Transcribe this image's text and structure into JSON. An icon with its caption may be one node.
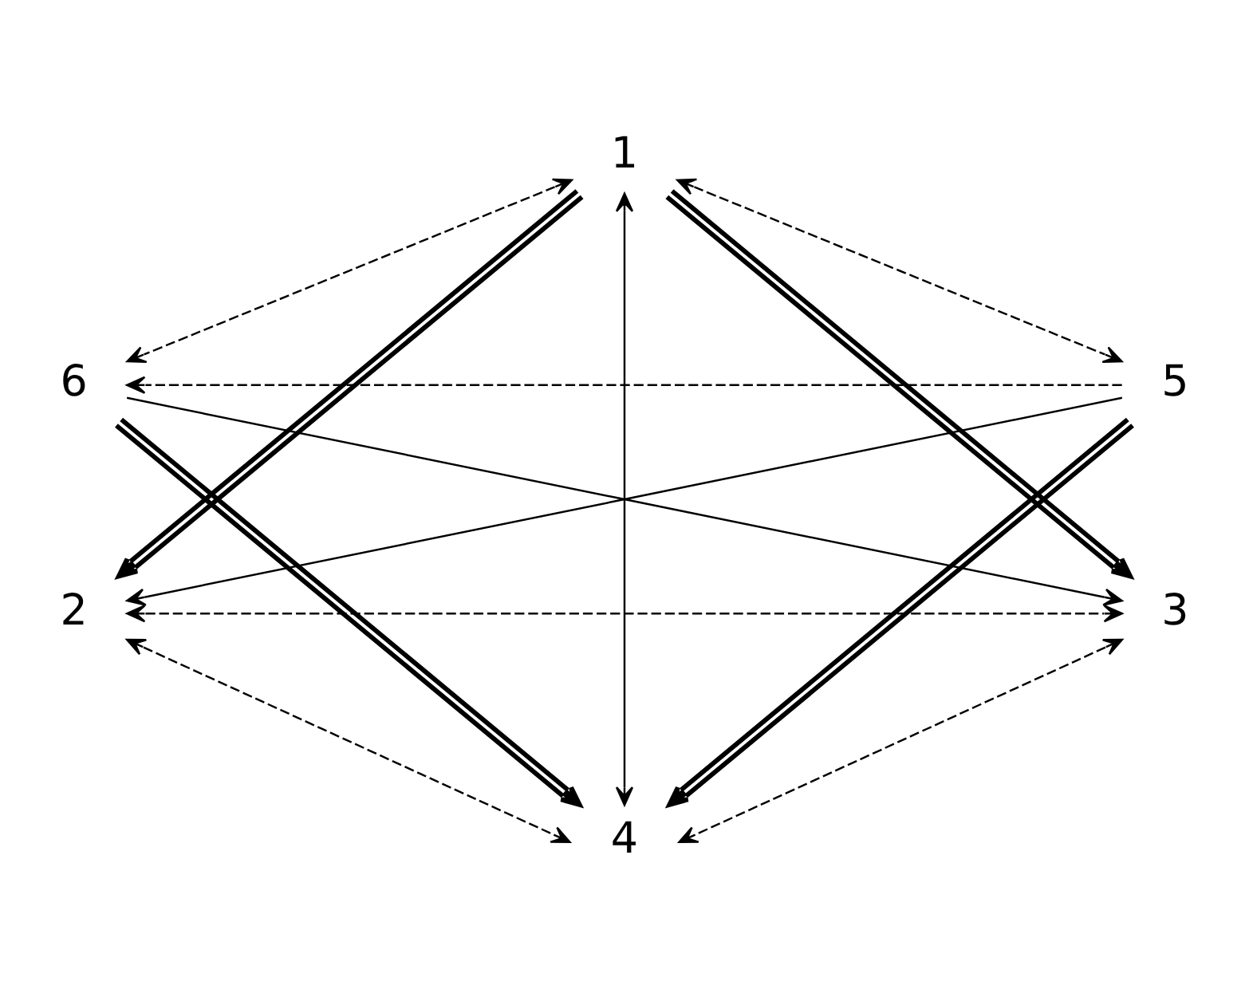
{
  "diagram": {
    "nodes": [
      {
        "text": [
          "1"
        ]
      },
      {
        "text": [
          "6"
        ]
      },
      {
        "text": [
          "5"
        ]
      },
      {
        "text": [
          "2"
        ]
      },
      {
        "text": [
          "3"
        ]
      },
      {
        "text": [
          "4"
        ]
      }
    ],
    "edges": [
      {
        "from": 0,
        "to": 1,
        "arrow": "both",
        "style": "dashed"
      },
      {
        "from": 0,
        "to": 3,
        "arrow": "to",
        "style": "thick"
      },
      {
        "from": 3,
        "to": 5,
        "arrow": "both",
        "style": "dashed"
      },
      {
        "from": 1,
        "to": 5,
        "arrow": "to",
        "style": "thick"
      },
      {
        "from": 0,
        "to": 5,
        "arrow": "both"
      },
      {
        "from": 0,
        "to": 4,
        "arrow": "to",
        "style": "thick"
      },
      {
        "from": 0,
        "to": 2,
        "arrow": "both",
        "style": "dashed"
      },
      {
        "from": 2,
        "to": 5,
        "arrow": "to",
        "style": "thick"
      },
      {
        "from": 4,
        "to": 5,
        "arrow": "both",
        "style": "dashed"
      },
      {
        "from": 2,
        "to": 1,
        "arrow": "to",
        "style": "dashed"
      },
      {
        "from": 1,
        "to": 4,
        "arrow": "to"
      },
      {
        "from": 2,
        "to": 3,
        "arrow": "to"
      },
      {
        "from": 3,
        "to": 4,
        "arrow": "both",
        "style": "dashed"
      }
    ]
  }
}
